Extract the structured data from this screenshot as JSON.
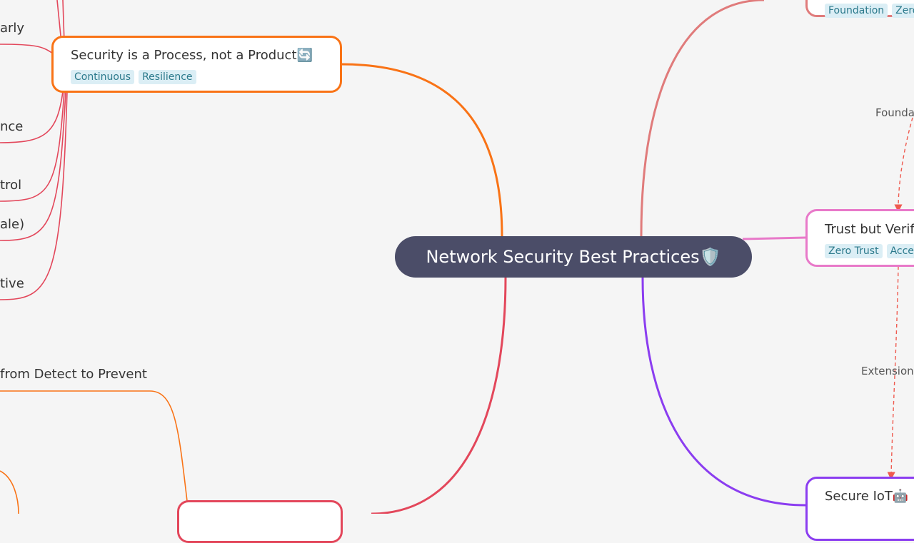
{
  "root": {
    "label": "Network Security Best Practices",
    "emoji": "🛡️"
  },
  "left_leaves": {
    "l1": "arly",
    "l2": "nce",
    "l3": "trol",
    "l4": "ale)",
    "l5": "tive",
    "l6": "from Detect to Prevent"
  },
  "nodes": {
    "process": {
      "title": "Security is a Process, not a Product",
      "emoji": "🔄",
      "tags": [
        "Continuous",
        "Resilience"
      ]
    },
    "bottom_left": {
      "title": ""
    },
    "top_right": {
      "tags": [
        "Foundation",
        "Zero"
      ]
    },
    "trust": {
      "title": "Trust but Verif",
      "tags": [
        "Zero Trust",
        "Acces"
      ]
    },
    "iot": {
      "title": "Secure IoT",
      "emoji": "🤖"
    }
  },
  "edge_labels": {
    "foundation": "Founda",
    "extension": "Extension"
  },
  "colors": {
    "root_bg": "#4b4d68",
    "orange": "#f97316",
    "red": "#e3475b",
    "pink": "#e879c9",
    "purple": "#8b3df0",
    "salmon": "#e07b7b",
    "dashed": "#ef5a4f",
    "tag_bg": "#dbeef5",
    "tag_text": "#2c7a8c"
  }
}
